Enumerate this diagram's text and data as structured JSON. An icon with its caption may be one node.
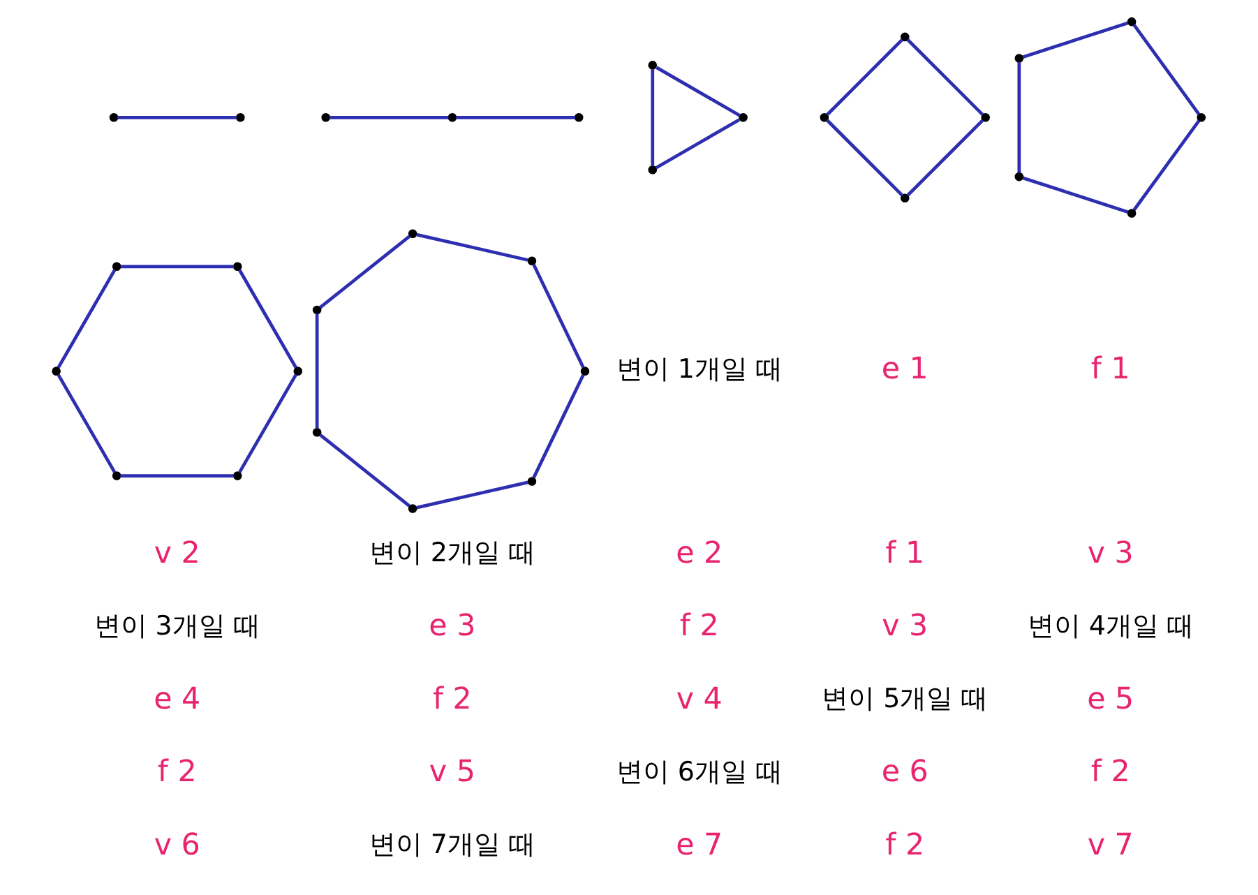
{
  "diagram": {
    "nodes": [
      {
        "text": [],
        "shape": "circle"
      },
      {
        "text": [],
        "shape": "circle"
      },
      {
        "text": [],
        "shape": "circle"
      },
      {
        "text": [],
        "shape": "circle"
      },
      {
        "text": [],
        "shape": "circle"
      },
      {
        "text": [],
        "shape": "circle"
      },
      {
        "text": [],
        "shape": "circle"
      },
      {
        "text": [],
        "shape": "circle"
      },
      {
        "text": [],
        "shape": "circle"
      },
      {
        "text": [],
        "shape": "circle"
      },
      {
        "text": [],
        "shape": "circle"
      },
      {
        "text": [],
        "shape": "circle"
      },
      {
        "text": [],
        "shape": "circle"
      },
      {
        "text": [],
        "shape": "circle"
      },
      {
        "text": [],
        "shape": "circle"
      },
      {
        "text": [],
        "shape": "circle"
      },
      {
        "text": [],
        "shape": "circle"
      },
      {
        "text": [],
        "shape": "circle"
      },
      {
        "text": [],
        "shape": "circle"
      },
      {
        "text": [],
        "shape": "circle"
      },
      {
        "text": [],
        "shape": "circle"
      },
      {
        "text": [],
        "shape": "circle"
      },
      {
        "text": [],
        "shape": "circle"
      },
      {
        "text": [],
        "shape": "circle"
      },
      {
        "text": [],
        "shape": "circle"
      },
      {
        "text": [],
        "shape": "circle"
      },
      {
        "text": [],
        "shape": "circle"
      },
      {
        "text": [],
        "shape": "circle"
      },
      {
        "text": [],
        "shape": "circle"
      },
      {
        "text": [],
        "shape": "circle"
      }
    ],
    "edges": [
      {
        "from": 0,
        "to": 1,
        "arrow": "none"
      },
      {
        "from": 2,
        "to": 3,
        "arrow": "none"
      },
      {
        "from": 3,
        "to": 4,
        "arrow": "none"
      },
      {
        "from": 5,
        "to": 6,
        "arrow": "none"
      },
      {
        "from": 6,
        "to": 7,
        "arrow": "none"
      },
      {
        "from": 7,
        "to": 5,
        "arrow": "none"
      },
      {
        "from": 8,
        "to": 9,
        "arrow": "none"
      },
      {
        "from": 9,
        "to": 10,
        "arrow": "none"
      },
      {
        "from": 10,
        "to": 11,
        "arrow": "none"
      },
      {
        "from": 11,
        "to": 8,
        "arrow": "none"
      },
      {
        "from": 12,
        "to": 13,
        "arrow": "none"
      },
      {
        "from": 13,
        "to": 14,
        "arrow": "none"
      },
      {
        "from": 14,
        "to": 15,
        "arrow": "none"
      },
      {
        "from": 15,
        "to": 16,
        "arrow": "none"
      },
      {
        "from": 16,
        "to": 12,
        "arrow": "none"
      },
      {
        "from": 17,
        "to": 18,
        "arrow": "none"
      },
      {
        "from": 18,
        "to": 19,
        "arrow": "none"
      },
      {
        "from": 19,
        "to": 20,
        "arrow": "none"
      },
      {
        "from": 20,
        "to": 21,
        "arrow": "none"
      },
      {
        "from": 21,
        "to": 22,
        "arrow": "none"
      },
      {
        "from": 22,
        "to": 17,
        "arrow": "none"
      },
      {
        "from": 23,
        "to": 24,
        "arrow": "none"
      },
      {
        "from": 24,
        "to": 25,
        "arrow": "none"
      },
      {
        "from": 25,
        "to": 26,
        "arrow": "none"
      },
      {
        "from": 26,
        "to": 27,
        "arrow": "none"
      },
      {
        "from": 27,
        "to": 28,
        "arrow": "none"
      },
      {
        "from": 28,
        "to": 29,
        "arrow": "none"
      },
      {
        "from": 29,
        "to": 23,
        "arrow": "none"
      }
    ],
    "labels": [
      "변이 1개일 때",
      "e 1",
      "f 1",
      "v 2",
      "변이 2개일 때",
      "e 2",
      "f 1",
      "v 3",
      "변이 3개일 때",
      "e 3",
      "f 2",
      "v 3",
      "변이 4개일 때",
      "e 4",
      "f 2",
      "v 4",
      "변이 5개일 때",
      "e 5",
      "f 2",
      "v 5",
      "변이 6개일 때",
      "e 6",
      "f 2",
      "v 6",
      "변이 7개일 때",
      "e 7",
      "f 2",
      "v 7"
    ]
  }
}
